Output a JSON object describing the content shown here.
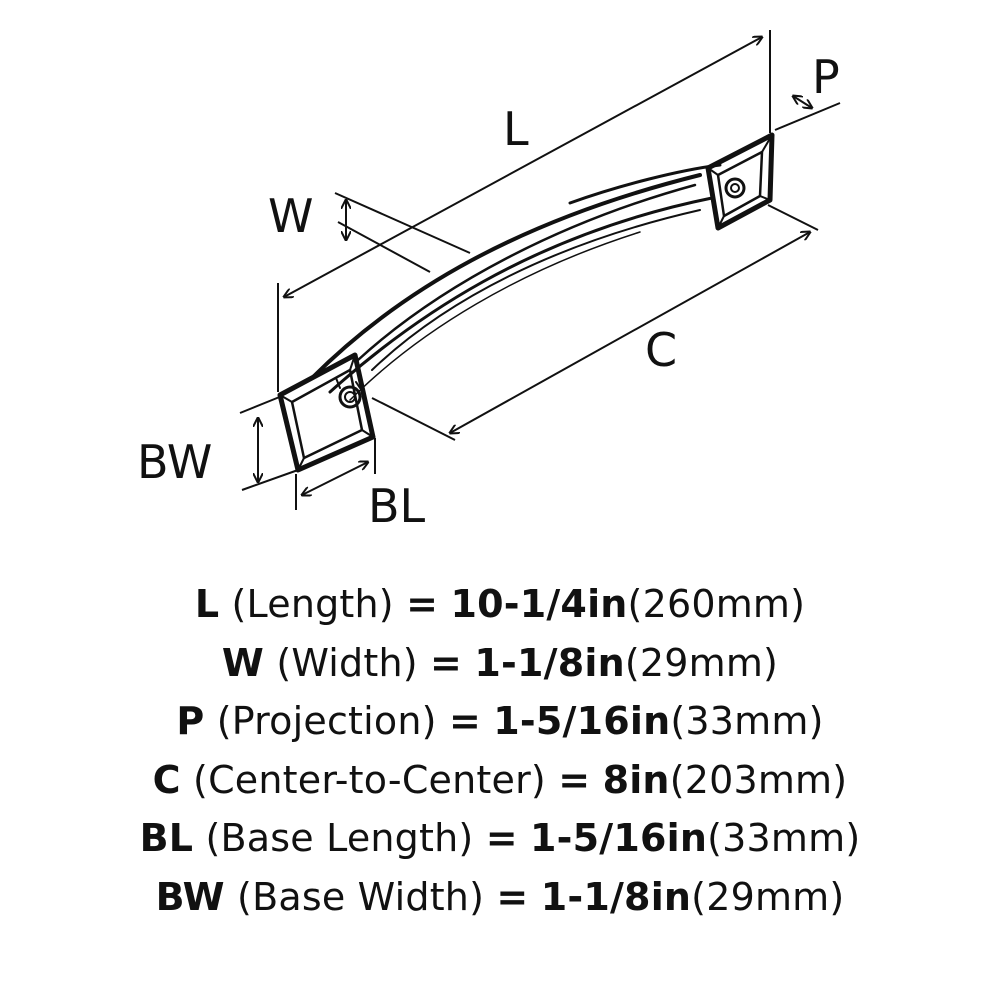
{
  "diagram": {
    "dimension_labels": {
      "L": "L",
      "P": "P",
      "W": "W",
      "C": "C",
      "BW": "BW",
      "BL": "BL"
    }
  },
  "specs": [
    {
      "abbr": "L",
      "name": "(Length)",
      "eq": "=",
      "imperial": "10-1/4in",
      "metric": "(260mm)"
    },
    {
      "abbr": "W",
      "name": "(Width)",
      "eq": "=",
      "imperial": "1-1/8in",
      "metric": "(29mm)"
    },
    {
      "abbr": "P",
      "name": "(Projection)",
      "eq": "=",
      "imperial": "1-5/16in",
      "metric": "(33mm)"
    },
    {
      "abbr": "C",
      "name": "(Center-to-Center)",
      "eq": "=",
      "imperial": "8in",
      "metric": "(203mm)"
    },
    {
      "abbr": "BL",
      "name": "(Base Length)",
      "eq": "=",
      "imperial": "1-5/16in",
      "metric": "(33mm)"
    },
    {
      "abbr": "BW",
      "name": "(Base Width)",
      "eq": "=",
      "imperial": "1-1/8in",
      "metric": "(29mm)"
    }
  ]
}
